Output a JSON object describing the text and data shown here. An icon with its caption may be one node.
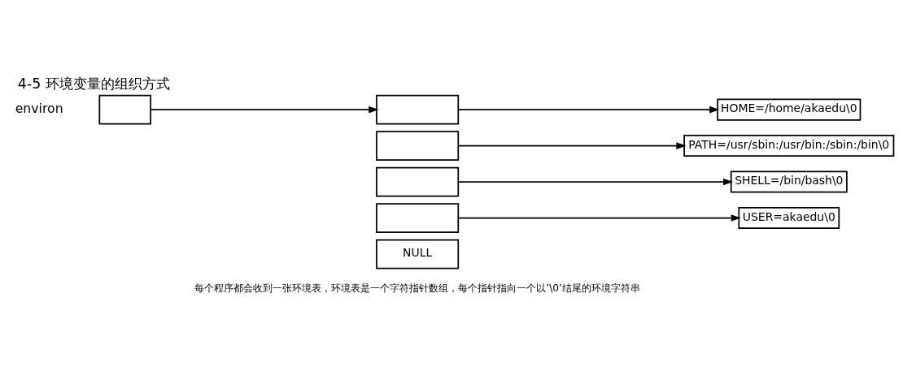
{
  "diagram": {
    "title": "4-5 环境变量的组织方式",
    "caption": "每个程序都会收到一张环境表，环境表是一个字符指针数组，每个指针指向一个以’\\0’结尾的环境字符串",
    "nodes": [
      {
        "text": [],
        "shape": "box",
        "beside": [
          "environ"
        ]
      },
      {
        "text": [],
        "shape": "box"
      },
      {
        "text": [],
        "shape": "box"
      },
      {
        "text": [],
        "shape": "box"
      },
      {
        "text": [],
        "shape": "box"
      },
      {
        "text": [
          "NULL"
        ]
      },
      {
        "text": [
          "HOME=/home/akaedu\\0"
        ]
      },
      {
        "text": [
          "PATH=/usr/sbin:/usr/bin:/sbin:/bin\\0"
        ]
      },
      {
        "text": [
          "SHELL=/bin/bash\\0"
        ]
      },
      {
        "text": [
          "USER=akaedu\\0"
        ]
      }
    ],
    "edges": [
      {
        "from": 0,
        "to": 1,
        "arrow": "to"
      },
      {
        "from": 1,
        "to": 6,
        "arrow": "to"
      },
      {
        "from": 2,
        "to": 7,
        "arrow": "to"
      },
      {
        "from": 3,
        "to": 8,
        "arrow": "to"
      },
      {
        "from": 4,
        "to": 9,
        "arrow": "to"
      }
    ]
  }
}
